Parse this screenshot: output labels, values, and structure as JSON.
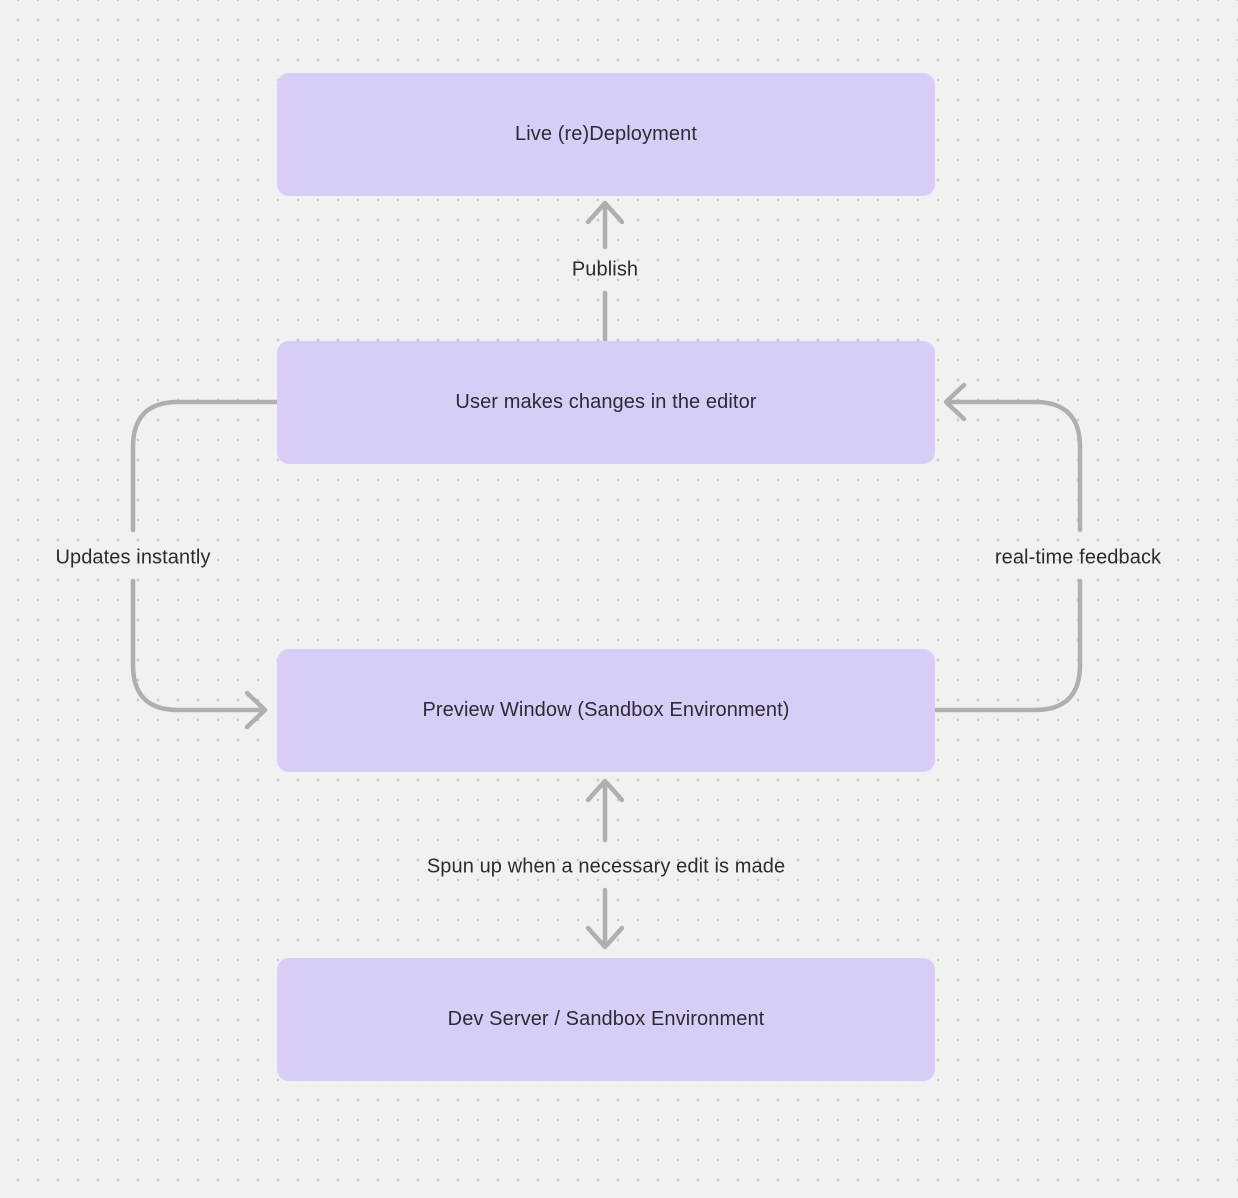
{
  "diagram": {
    "nodes": [
      {
        "id": "live-redeployment",
        "label": "Live (re)Deployment"
      },
      {
        "id": "user-editor",
        "label": "User makes changes in the editor"
      },
      {
        "id": "preview-window",
        "label": "Preview Window (Sandbox Environment)"
      },
      {
        "id": "dev-server",
        "label": "Dev Server / Sandbox Environment"
      }
    ],
    "edge_labels": [
      {
        "id": "publish",
        "label": "Publish"
      },
      {
        "id": "updates-instantly",
        "label": "Updates instantly"
      },
      {
        "id": "real-time-feedback",
        "label": "real-time feedback"
      },
      {
        "id": "spun-up",
        "label": "Spun up when a necessary edit is made"
      }
    ],
    "colors": {
      "node_fill": "#d7cdf6",
      "arrow": "#b0afaf",
      "background": "#f2f1f1",
      "dot": "#c6c6c6",
      "text": "#2b2b33"
    }
  }
}
